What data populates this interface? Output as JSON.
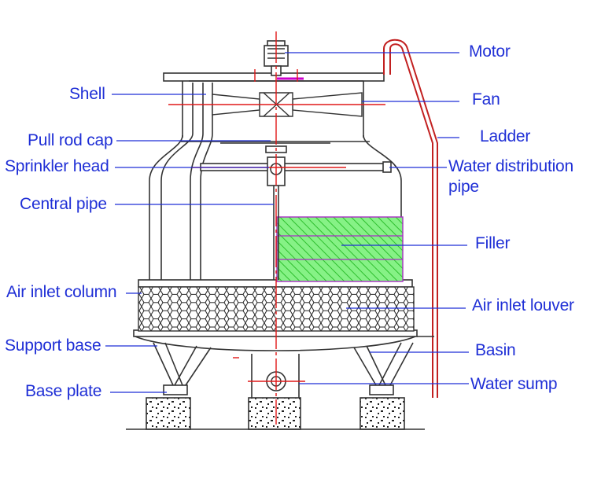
{
  "labels": {
    "motor": "Motor",
    "fan": "Fan",
    "ladder": "Ladder",
    "water_distribution_pipe_line1": "Water distribution",
    "water_distribution_pipe_line2": "pipe",
    "filler": "Filler",
    "air_inlet_louver": "Air inlet louver",
    "basin": "Basin",
    "water_sump": "Water sump",
    "shell": "Shell",
    "pull_rod_cap": "Pull rod cap",
    "sprinkler_head": "Sprinkler head",
    "central_pipe": "Central pipe",
    "air_inlet_column": "Air inlet column",
    "support_base": "Support base",
    "base_plate": "Base plate"
  },
  "colors": {
    "label_text": "#1f2fd6",
    "leader_line": "#1f2fd6",
    "outline": "#333333",
    "center_line": "#e01818",
    "filler_fill": "#7df07d",
    "filler_hatch": "#2fbf2f",
    "ladder": "#c22020",
    "accent": "#cc00cc"
  }
}
